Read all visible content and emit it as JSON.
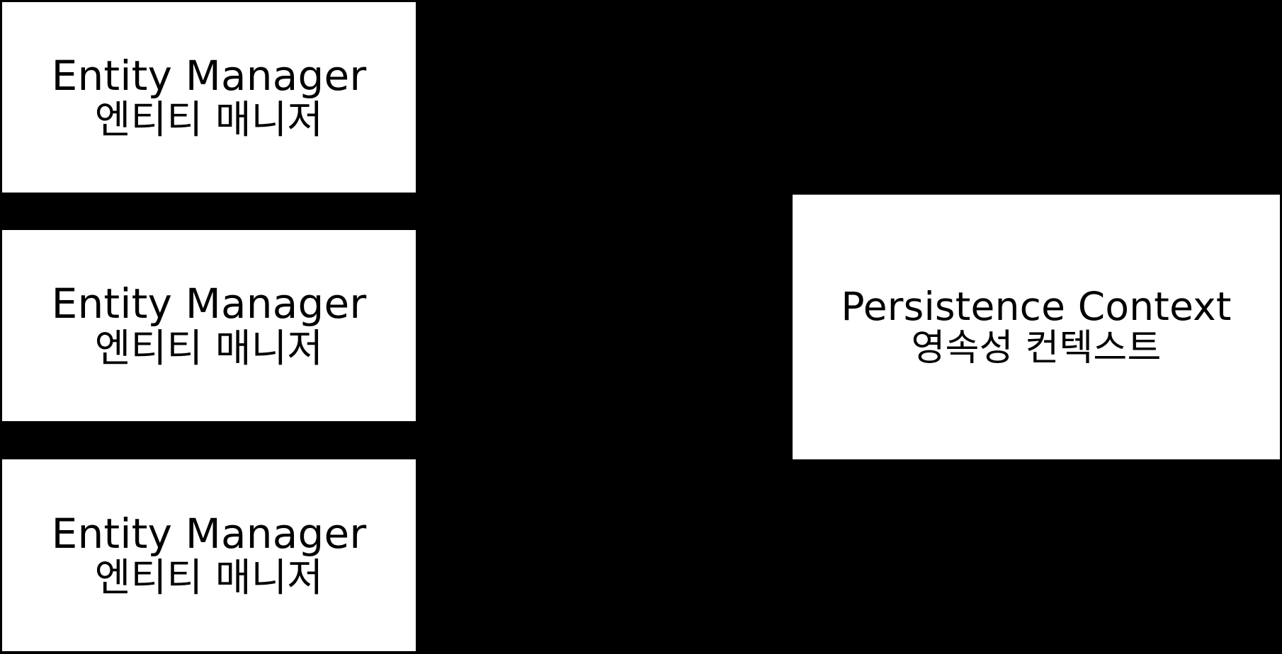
{
  "diagram": {
    "background_color": "#000000",
    "node_fill_color": "#FFFFFF",
    "node_text_color": "#000000",
    "nodes": [
      {
        "id": "entity-manager-1",
        "primary": "Entity Manager",
        "secondary": "엔티티 매니저"
      },
      {
        "id": "entity-manager-2",
        "primary": "Entity Manager",
        "secondary": "엔티티 매니저"
      },
      {
        "id": "entity-manager-3",
        "primary": "Entity Manager",
        "secondary": "엔티티 매니저"
      },
      {
        "id": "persistence-context",
        "primary": "Persistence Context",
        "secondary": "영속성 컨텍스트"
      }
    ]
  }
}
